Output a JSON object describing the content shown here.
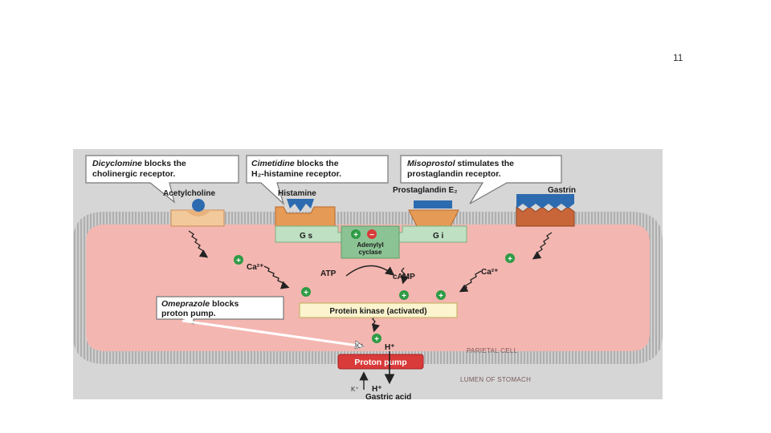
{
  "slide": {
    "page_number": "11"
  },
  "callouts": {
    "dicyclomine": {
      "drug": "Dicyclomine",
      "rest1": " blocks the",
      "line2": "cholinergic receptor."
    },
    "cimetidine": {
      "drug": "Cimetidine",
      "rest1": " blocks the",
      "line2": "H₂-histamine receptor."
    },
    "misoprostol": {
      "drug": "Misoprostol",
      "rest1": " stimulates the",
      "line2": "prostaglandin receptor."
    },
    "omeprazole": {
      "drug": "Omeprazole",
      "rest1": " blocks",
      "line2": "proton pump."
    }
  },
  "receptors": {
    "acetylcholine": "Acetylcholine",
    "histamine": "Histamine",
    "prostaglandin": "Prostaglandin E₂",
    "gastrin": "Gastrin"
  },
  "gproteins": {
    "gs": "G s",
    "gi": "G i"
  },
  "enzyme": {
    "line1": "Adenylyl",
    "line2": "cyclase"
  },
  "metabolites": {
    "atp": "ATP",
    "camp": "cAMP",
    "ca_left": "Ca²⁺",
    "ca_right": "Ca²⁺"
  },
  "kinase": "Protein kinase (activated)",
  "pump": "Proton pump",
  "ions": {
    "k_in": "K⁺",
    "h_in": "H⁺",
    "k_out": "K⁺",
    "h_out": "H⁺"
  },
  "regions": {
    "cell": "PARIETAL CELL",
    "lumen": "LUMEN OF STOMACH"
  },
  "product": "Gastric acid",
  "symbols": {
    "plus": "+",
    "minus": "−"
  },
  "colors": {
    "background": "#d6d6d6",
    "cell_fill": "#f4b6b0",
    "membrane": "#b9b9b9",
    "receptor_orange": "#e59a55",
    "receptor_blue": "#2d6bb0",
    "gprotein_green": "#bfe0c2",
    "pump_red": "#d93a3a",
    "kinase_fill": "#fbf4cf",
    "plus_green": "#2e9b45"
  }
}
